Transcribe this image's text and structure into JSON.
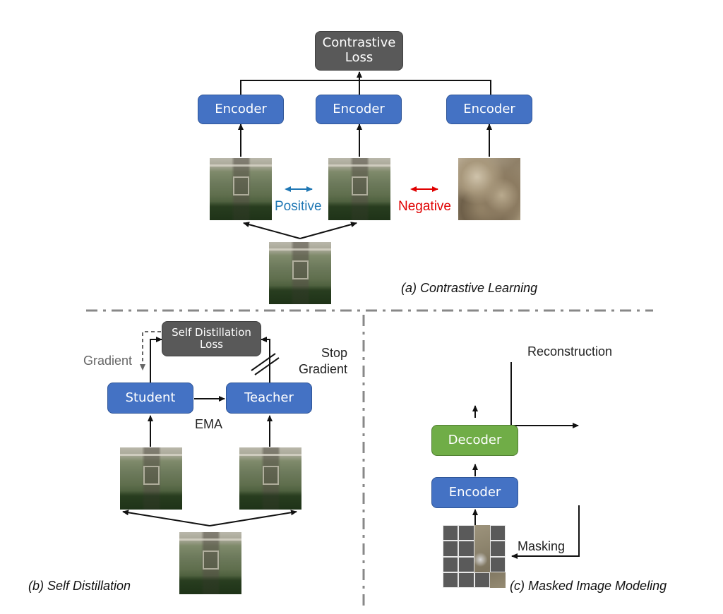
{
  "contrastive": {
    "loss_label": "Contrastive Loss",
    "encoder_labels": [
      "Encoder",
      "Encoder",
      "Encoder"
    ],
    "positive_label": "Positive",
    "negative_label": "Negative",
    "caption": "(a) Contrastive Learning",
    "positive_color": "#1f77b4",
    "negative_color": "#e00000"
  },
  "self_distillation": {
    "loss_label": "Self Distillation Loss",
    "student_label": "Student",
    "teacher_label": "Teacher",
    "gradient_label": "Gradient",
    "stop_gradient_label": "Stop Gradient",
    "ema_label": "EMA",
    "caption": "(b)  Self Distillation"
  },
  "masked_image_modeling": {
    "decoder_label": "Decoder",
    "encoder_label": "Encoder",
    "reconstruction_label": "Reconstruction",
    "masking_label": "Masking",
    "caption": "(c)  Masked Image Modeling"
  },
  "colors": {
    "encoder_blue": "#4472c4",
    "loss_gray": "#595959",
    "decoder_green": "#70ad47",
    "divider": "#888888"
  }
}
